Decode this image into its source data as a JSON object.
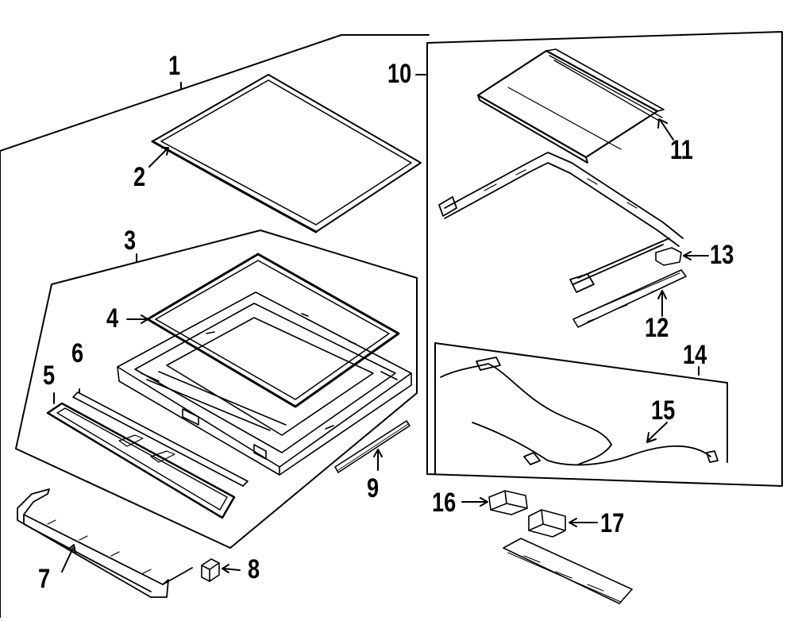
{
  "diagram": {
    "callouts": [
      {
        "id": "1",
        "label": "1"
      },
      {
        "id": "2",
        "label": "2"
      },
      {
        "id": "3",
        "label": "3"
      },
      {
        "id": "4",
        "label": "4"
      },
      {
        "id": "5",
        "label": "5"
      },
      {
        "id": "6",
        "label": "6"
      },
      {
        "id": "7",
        "label": "7"
      },
      {
        "id": "8",
        "label": "8"
      },
      {
        "id": "9",
        "label": "9"
      },
      {
        "id": "10",
        "label": "10"
      },
      {
        "id": "11",
        "label": "11"
      },
      {
        "id": "12",
        "label": "12"
      },
      {
        "id": "13",
        "label": "13"
      },
      {
        "id": "14",
        "label": "14"
      },
      {
        "id": "15",
        "label": "15"
      },
      {
        "id": "16",
        "label": "16"
      },
      {
        "id": "17",
        "label": "17"
      }
    ],
    "line_color": "#000000",
    "background": "#ffffff"
  }
}
